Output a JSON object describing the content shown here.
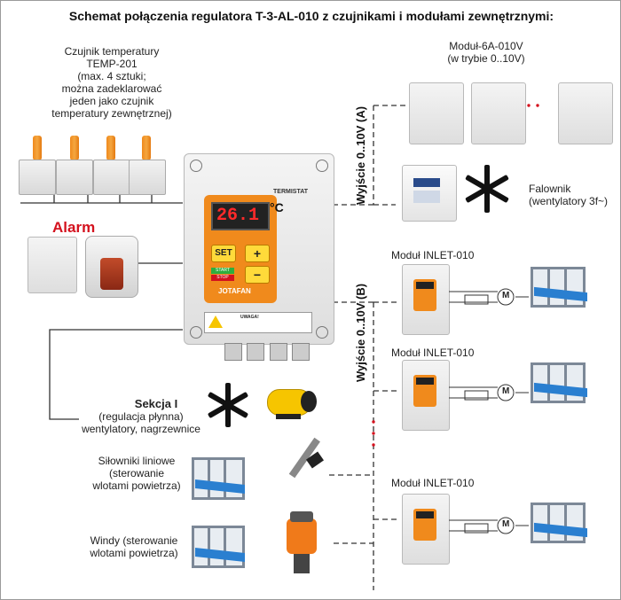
{
  "title": "Schemat połączenia regulatora T-3-AL-010 z czujnikami i modułami zewnętrznymi:",
  "sensor_label": [
    "Czujnik temperatury",
    "TEMP-201",
    "(max. 4 sztuki;",
    "można zadeklarować",
    "jeden jako czujnik",
    "temperatury zewnętrznej)"
  ],
  "alarm_label": "Alarm",
  "controller": {
    "brand": "TERMISTAT",
    "display": "26.1",
    "unit": "°C",
    "buttons": {
      "set": "SET",
      "plus": "+",
      "minus": "−",
      "start": "START",
      "stop": "STOP"
    },
    "logo": "JOTAFAN",
    "warning_title": "UWAGA!"
  },
  "output_a_label": "Wyjście 0..10V (A)",
  "output_b_label": "Wyjście 0..10V (B)",
  "module_6a_label": [
    "Moduł-6A-010V",
    "(w trybie 0..10V)"
  ],
  "inverter_label": [
    "Falownik",
    "(wentylatory 3f~)"
  ],
  "inlet_module_labels": [
    "Moduł INLET-010",
    "Moduł INLET-010",
    "Moduł INLET-010"
  ],
  "motor_symbol": "M",
  "section_label": {
    "title": "Sekcja I",
    "lines": [
      "(regulacja płynna)",
      "wentylatory, nagrzewnice"
    ]
  },
  "actuators_label": [
    "Siłowniki liniowe",
    "(sterowanie",
    "wlotami powietrza)"
  ],
  "winches_label": [
    "Windy (sterowanie",
    "wlotami powietrza)"
  ],
  "colors": {
    "orange": "#f08a1c",
    "red_text": "#d4121e",
    "lcd_red": "#ff2a2a",
    "blue": "#2a7fd0"
  }
}
